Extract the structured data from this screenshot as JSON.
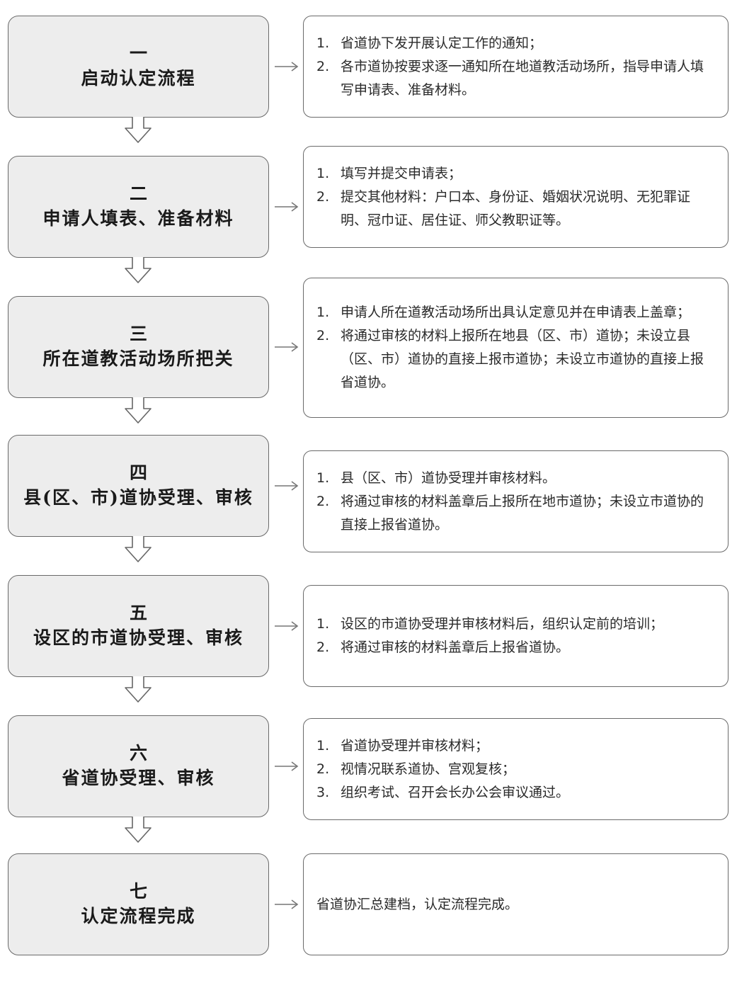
{
  "steps": [
    {
      "number": "一",
      "title": "启动认定流程",
      "details": [
        {
          "marker": "1.",
          "text": "省道协下发开展认定工作的通知；"
        },
        {
          "marker": "2.",
          "text": "各市道协按要求逐一通知所在地道教活动场所，指导申请人填写申请表、准备材料。"
        }
      ]
    },
    {
      "number": "二",
      "title": "申请人填表、准备材料",
      "details": [
        {
          "marker": "1.",
          "text": "填写并提交申请表；"
        },
        {
          "marker": "2.",
          "text": "提交其他材料：户口本、身份证、婚姻状况说明、无犯罪证明、冠巾证、居住证、师父教职证等。"
        }
      ]
    },
    {
      "number": "三",
      "title": "所在道教活动场所把关",
      "details": [
        {
          "marker": "1.",
          "text": "申请人所在道教活动场所出具认定意见并在申请表上盖章；"
        },
        {
          "marker": "2.",
          "text": "将通过审核的材料上报所在地县（区、市）道协；未设立县（区、市）道协的直接上报市道协；未设立市道协的直接上报省道协。"
        }
      ]
    },
    {
      "number": "四",
      "title": "县(区、市)道协受理、审核",
      "details": [
        {
          "marker": "1.",
          "text": "县（区、市）道协受理并审核材料。"
        },
        {
          "marker": "2.",
          "text": "将通过审核的材料盖章后上报所在地市道协；未设立市道协的直接上报省道协。"
        }
      ]
    },
    {
      "number": "五",
      "title": "设区的市道协受理、审核",
      "details": [
        {
          "marker": "1.",
          "text": "设区的市道协受理并审核材料后，组织认定前的培训；"
        },
        {
          "marker": "2.",
          "text": "将通过审核的材料盖章后上报省道协。"
        }
      ]
    },
    {
      "number": "六",
      "title": "省道协受理、审核",
      "details": [
        {
          "marker": "1.",
          "text": "省道协受理并审核材料；"
        },
        {
          "marker": "2.",
          "text": "视情况联系道协、宫观复核；"
        },
        {
          "marker": "3.",
          "text": "组织考试、召开会长办公会审议通过。"
        }
      ]
    },
    {
      "number": "七",
      "title": "认定流程完成",
      "details": [
        {
          "marker": "",
          "text": "省道协汇总建档，认定流程完成。"
        }
      ]
    }
  ]
}
